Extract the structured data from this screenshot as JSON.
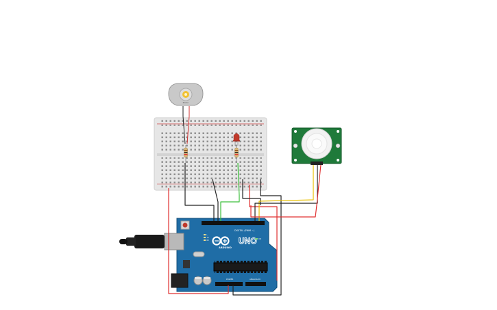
{
  "motor": {
    "label": "Motor"
  },
  "arduino": {
    "brand": "ARDUINO",
    "model": "UNO",
    "digital_label": "DIGITAL (PWM ~)",
    "power_label": "POWER",
    "analog_label": "ANALOG IN",
    "on_label": "ON",
    "tx_label": "TX",
    "rx_label": "RX",
    "l_label": "L"
  },
  "colors": {
    "red_wire": "#e03030",
    "black_wire": "#222222",
    "green_wire": "#3bbf3b",
    "yellow_wire": "#e8c000",
    "board": "#1f6da6",
    "pir_board": "#1f7a3a",
    "breadboard": "#e9e9e9",
    "led": "#c0392b"
  }
}
